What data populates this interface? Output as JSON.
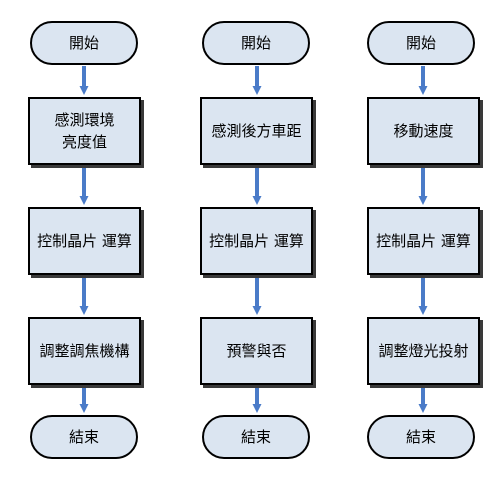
{
  "diagram": {
    "colors": {
      "node_fill": "#dbe5f1",
      "node_border": "#000000",
      "arrow": "#4a7bc8"
    },
    "columns": [
      {
        "start": "開始",
        "steps": [
          "感測環境\n亮度值",
          "控制晶片 運算",
          "調整調焦機構"
        ],
        "end": "結束"
      },
      {
        "start": "開始",
        "steps": [
          "感測後方車距",
          "控制晶片 運算",
          "預警與否"
        ],
        "end": "結束"
      },
      {
        "start": "開始",
        "steps": [
          "移動速度",
          "控制晶片 運算",
          "調整燈光投射"
        ],
        "end": "結束"
      }
    ]
  }
}
